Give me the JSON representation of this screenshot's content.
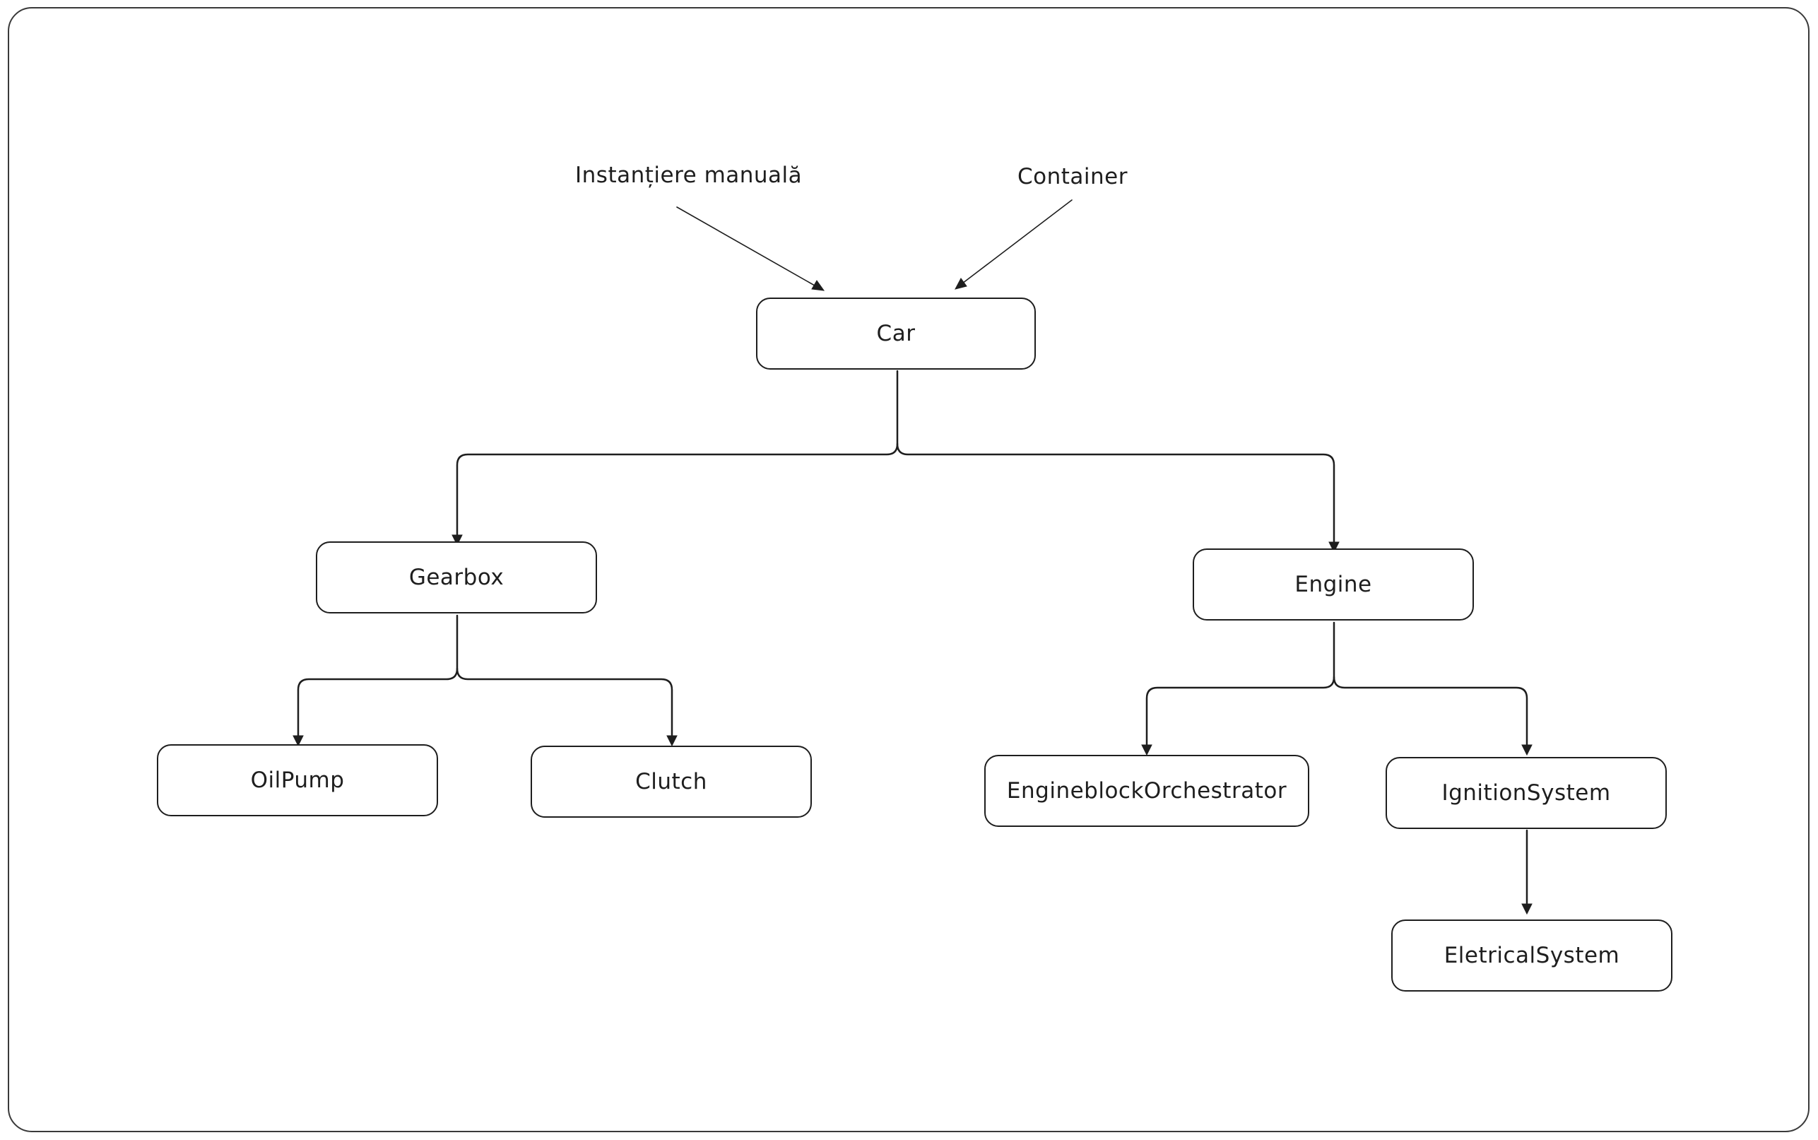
{
  "diagram": {
    "nodes": {
      "car": "Car",
      "gearbox": "Gearbox",
      "engine": "Engine",
      "oilpump": "OilPump",
      "clutch": "Clutch",
      "engineblock": "EngineblockOrchestrator",
      "ignition": "IgnitionSystem",
      "electrical": "EletricalSystem"
    },
    "labels": {
      "manual": "Instanțiere manuală",
      "container": "Container"
    },
    "edges": [
      {
        "from": "manual",
        "to": "car"
      },
      {
        "from": "container",
        "to": "car"
      },
      {
        "from": "car",
        "to": "gearbox"
      },
      {
        "from": "car",
        "to": "engine"
      },
      {
        "from": "gearbox",
        "to": "oilpump"
      },
      {
        "from": "gearbox",
        "to": "clutch"
      },
      {
        "from": "engine",
        "to": "engineblock"
      },
      {
        "from": "engine",
        "to": "ignition"
      },
      {
        "from": "ignition",
        "to": "electrical"
      }
    ],
    "colors": {
      "stroke": "#1e1e1e",
      "background": "#ffffff"
    }
  }
}
